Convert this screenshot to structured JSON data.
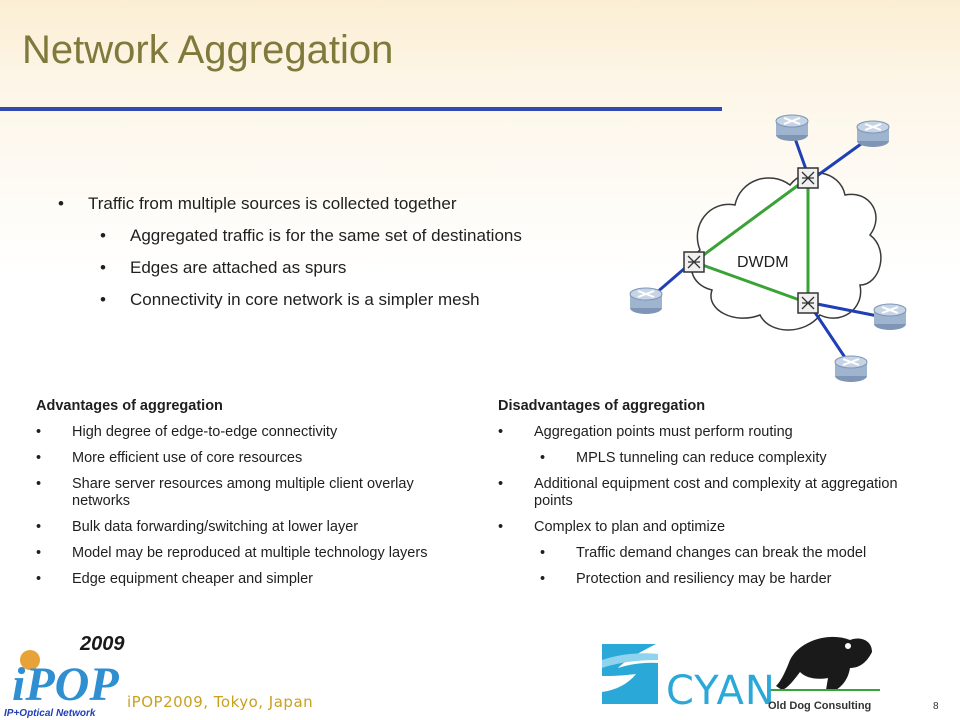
{
  "slide": {
    "title": "Network Aggregation",
    "page_number": "8"
  },
  "main_bullets": {
    "level1": "Traffic from multiple sources is collected together",
    "level2": [
      "Aggregated traffic is for the same set of destinations",
      "Edges are attached as spurs",
      "Connectivity in core network is a simpler mesh"
    ]
  },
  "diagram": {
    "cloud_label": "DWDM",
    "icons": [
      "router-icon",
      "optical-switch-icon",
      "cloud-icon"
    ],
    "colors": {
      "core_link": "#3aa335",
      "spur_link": "#1f3fb5",
      "router": "#9fb4cf"
    }
  },
  "advantages": {
    "heading": "Advantages of aggregation",
    "items": [
      "High degree of edge-to-edge connectivity",
      "More efficient use of core resources",
      "Share server resources among multiple client overlay networks",
      "Bulk data forwarding/switching at lower layer",
      "Model may be reproduced at multiple technology layers",
      "Edge equipment cheaper and simpler"
    ]
  },
  "disadvantages": {
    "heading": "Disadvantages of aggregation",
    "items": [
      {
        "text": "Aggregation points must perform routing",
        "sub": [
          "MPLS tunneling can reduce complexity"
        ]
      },
      {
        "text": "Additional equipment cost and complexity at aggregation points",
        "sub": []
      },
      {
        "text": "Complex to plan and optimize",
        "sub": [
          "Traffic demand changes can break the model",
          "Protection and resiliency may be harder"
        ]
      }
    ]
  },
  "footer": {
    "event": "iPOP2009, Tokyo, Japan",
    "ipop_logo_year": "2009",
    "ipop_logo_text": "iPOP",
    "ipop_logo_subtitle": "IP+Optical Network",
    "cyan_logo_text": "CYAN",
    "olddog_label": "Old Dog Consulting"
  },
  "theme": {
    "title_color": "#7f7a3c",
    "rule_color": "#2f4bb3",
    "footer_text_color": "#c9a020"
  }
}
